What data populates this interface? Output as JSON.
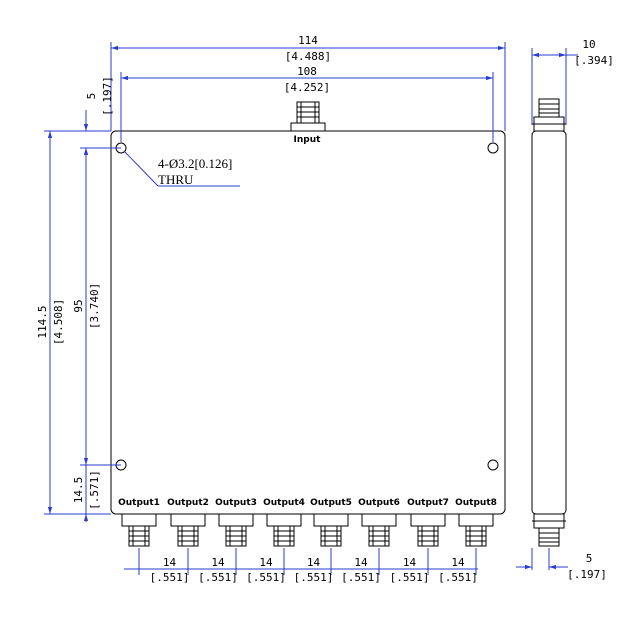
{
  "dimensions": {
    "overall_width": {
      "mm": "114",
      "inch": "[4.488]"
    },
    "hole_spacing_width": {
      "mm": "108",
      "inch": "[4.252]"
    },
    "thickness": {
      "mm": "10",
      "inch": "[.394]"
    },
    "top_offset": {
      "mm": "5",
      "inch": "[.197]"
    },
    "overall_height": {
      "mm": "114.5",
      "inch": "[4.508]"
    },
    "hole_spacing_height": {
      "mm": "95",
      "inch": "[3.740]"
    },
    "bottom_offset": {
      "mm": "14.5",
      "inch": "[.571]"
    },
    "side_connector_offset": {
      "mm": "5",
      "inch": "[.197]"
    },
    "output_pitch": [
      {
        "mm": "14",
        "inch": "[.551]"
      },
      {
        "mm": "14",
        "inch": "[.551]"
      },
      {
        "mm": "14",
        "inch": "[.551]"
      },
      {
        "mm": "14",
        "inch": "[.551]"
      },
      {
        "mm": "14",
        "inch": "[.551]"
      },
      {
        "mm": "14",
        "inch": "[.551]"
      },
      {
        "mm": "14",
        "inch": "[.551]"
      }
    ]
  },
  "hole_note": {
    "line1": "4-Ø3.2[0.126]",
    "line2": "THRU"
  },
  "ports": {
    "input": "Input",
    "outputs": [
      "Output1",
      "Output2",
      "Output3",
      "Output4",
      "Output5",
      "Output6",
      "Output7",
      "Output8"
    ]
  }
}
